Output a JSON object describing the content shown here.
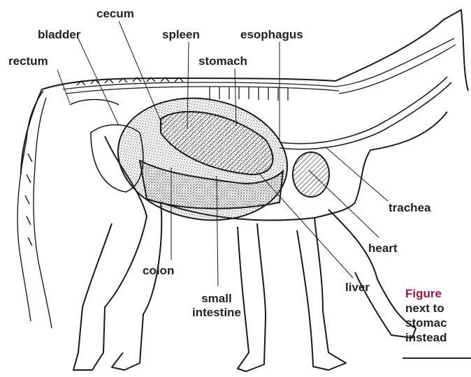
{
  "labels": {
    "cecum": "cecum",
    "bladder": "bladder",
    "spleen": "spleen",
    "esophagus": "esophagus",
    "rectum": "rectum",
    "stomach": "stomach",
    "trachea": "trachea",
    "heart": "heart",
    "colon": "colon",
    "liver": "liver",
    "small_intestine_line1": "small",
    "small_intestine_line2": "intestine"
  },
  "caption": {
    "figure_word": "Figure",
    "line2": "next to",
    "line3": "stomac",
    "line4": "instead"
  },
  "colors": {
    "line": "#1a1a1a",
    "figure_label": "#a0163f"
  }
}
